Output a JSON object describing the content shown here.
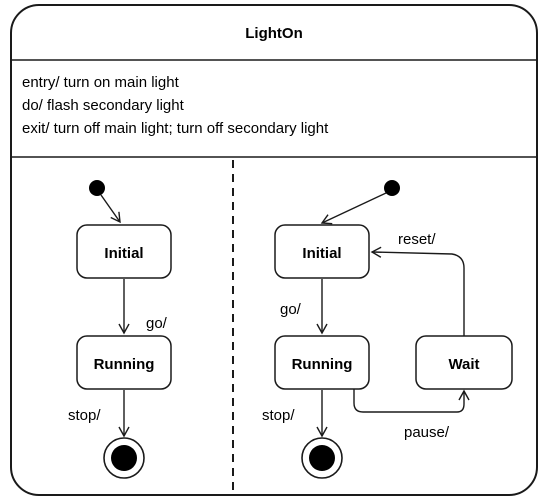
{
  "composite_state": {
    "name": "LightOn",
    "activities": [
      "entry/ turn on main light",
      "do/ flash secondary light",
      "exit/ turn off main light; turn off secondary light"
    ]
  },
  "left_region": {
    "states": {
      "initial": "Initial",
      "running": "Running"
    },
    "transitions": {
      "go": "go/",
      "stop": "stop/"
    }
  },
  "right_region": {
    "states": {
      "initial": "Initial",
      "running": "Running",
      "wait": "Wait"
    },
    "transitions": {
      "go": "go/",
      "stop": "stop/",
      "pause": "pause/",
      "reset": "reset/"
    }
  }
}
